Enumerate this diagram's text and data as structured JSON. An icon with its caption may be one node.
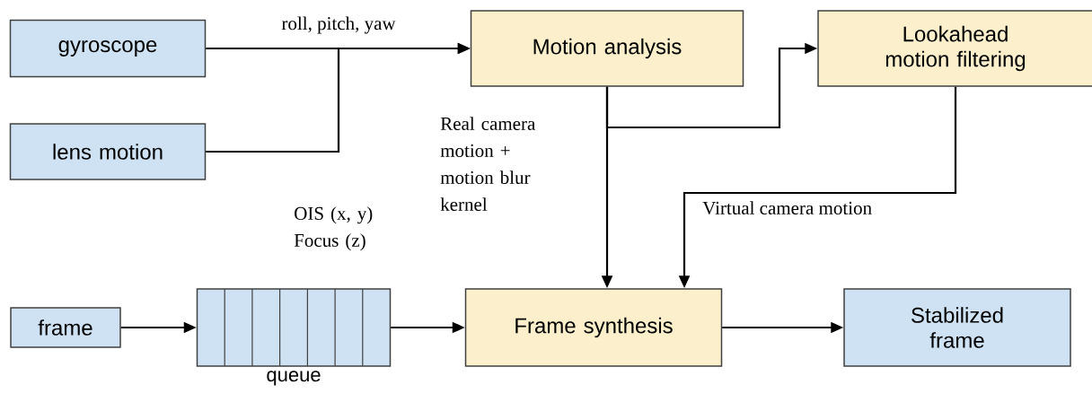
{
  "diagram": {
    "nodes": [
      {
        "text": [
          "gyroscope"
        ]
      },
      {
        "text": [
          "lens motion"
        ]
      },
      {
        "text": [
          "Motion analysis"
        ]
      },
      {
        "text": [
          "Lookahead motion filtering"
        ]
      },
      {
        "text": [
          "frame"
        ]
      },
      {
        "text": [],
        "shape": "box",
        "beside": [
          "queue"
        ]
      },
      {
        "text": [
          "Frame synthesis"
        ]
      },
      {
        "text": [
          "Stabilized frame"
        ]
      }
    ],
    "edges": [
      {
        "from": 0,
        "to": 2,
        "arrow": "to",
        "label": "roll, pitch, yaw"
      },
      {
        "from": 1,
        "to": 2,
        "arrow": "to",
        "label": "OIS (x, y) Focus (z)"
      },
      {
        "from": 2,
        "to": 3,
        "arrow": "to"
      },
      {
        "from": 2,
        "to": 6,
        "arrow": "to",
        "label": "Real camera motion + motion blur kernel"
      },
      {
        "from": 3,
        "to": 6,
        "arrow": "to",
        "label": "Virtual camera motion"
      },
      {
        "from": 4,
        "to": 5,
        "arrow": "to"
      },
      {
        "from": 5,
        "to": 6,
        "arrow": "to"
      },
      {
        "from": 6,
        "to": 7,
        "arrow": "to"
      }
    ]
  }
}
